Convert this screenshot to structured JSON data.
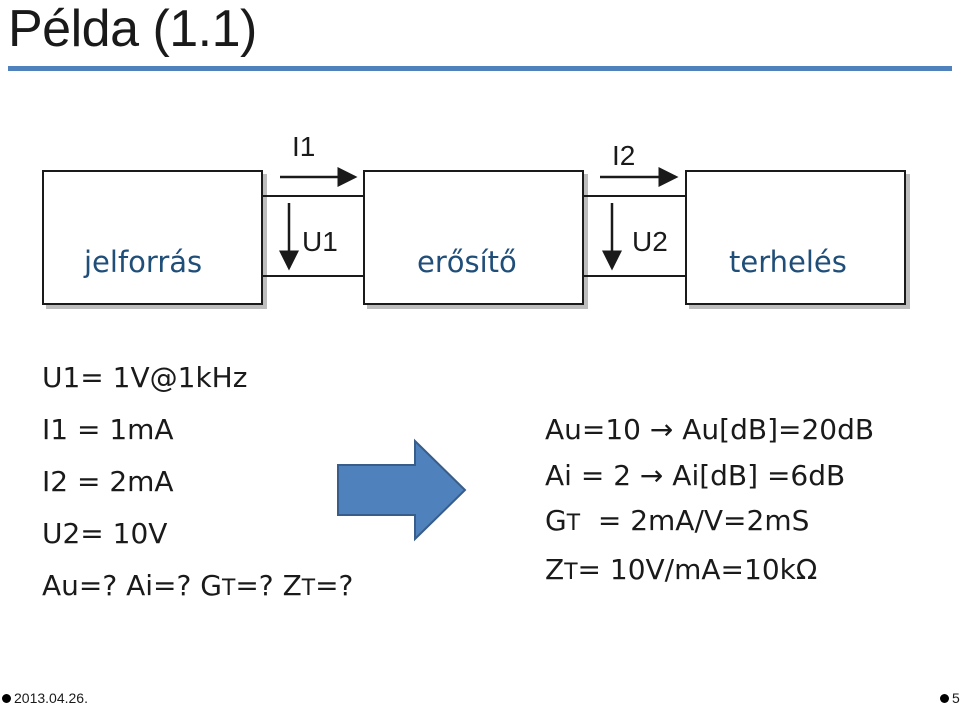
{
  "slide": {
    "title": "Példa (1.1)",
    "rule_color": "#4f81bd"
  },
  "diagram": {
    "current1": "I1",
    "current2": "I2",
    "voltage1": "U1",
    "voltage2": "U2",
    "source_label": "jelforrás",
    "amp_label": "erősítő",
    "load_label": "terhelés"
  },
  "given": {
    "lines": [
      "U1= 1V@1kHz",
      "I1  = 1mA",
      "I2  = 2mA",
      "U2= 10V"
    ],
    "question": {
      "au": "Au=? ",
      "ai": "Ai=? ",
      "gt_main": "G",
      "gt_sub": "T",
      "gt_rest": "=? ",
      "zt_main": "Z",
      "zt_sub": "T",
      "zt_rest": "=?"
    }
  },
  "arrow": {
    "fill": "#4f81bd",
    "stroke": "#385d8a"
  },
  "results": {
    "au_left": "Au=10",
    "au_right": "Au[dB]=20dB",
    "ai_left": "Ai  = 2",
    "ai_right": "Ai[dB] =6dB",
    "gt_main": "G",
    "gt_sub": "T",
    "gt_rest": "  = 2mA/V=2mS",
    "zt_main": "Z",
    "zt_sub": "T",
    "zt_rest": "= 10V/mA=10kΩ",
    "arrow_glyph": "→"
  },
  "footer": {
    "date": "2013.04.26.",
    "page": "5"
  }
}
